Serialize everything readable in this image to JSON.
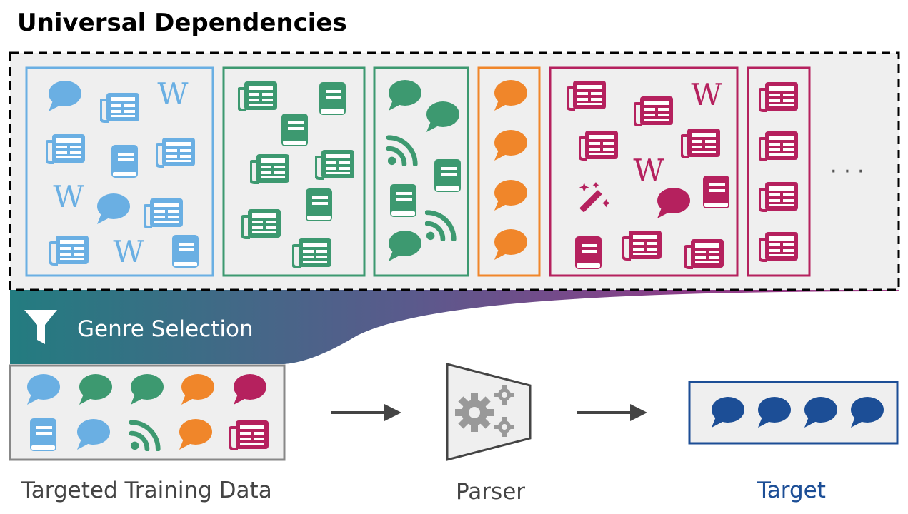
{
  "title": "Universal Dependencies",
  "filter": {
    "label": "Genre Selection",
    "icon": "filter-icon"
  },
  "labels": {
    "training": "Targeted Training Data",
    "parser": "Parser",
    "target": "Target"
  },
  "more_indicator": "· · ·",
  "wiki_glyph": "W",
  "colors": {
    "light_blue": "#6aafe3",
    "green": "#3d9970",
    "orange": "#f0862a",
    "magenta": "#b5215e",
    "dark_blue": "#1c4e96",
    "gray": "#888888",
    "panel_bg": "#efefef"
  },
  "treebanks": [
    {
      "genre_color": "light_blue",
      "icons": [
        "speech-bubble",
        "news",
        "wiki",
        "news",
        "book",
        "news",
        "wiki",
        "speech-bubble",
        "news",
        "news",
        "wiki",
        "book"
      ]
    },
    {
      "genre_color": "green",
      "icons": [
        "news",
        "book",
        "book",
        "news",
        "news",
        "news",
        "book",
        "news"
      ]
    },
    {
      "genre_color": "green",
      "icons": [
        "speech-bubble",
        "speech-bubble",
        "rss",
        "book",
        "book",
        "rss",
        "speech-bubble"
      ]
    },
    {
      "genre_color": "orange",
      "icons": [
        "speech-bubble",
        "speech-bubble",
        "speech-bubble",
        "speech-bubble"
      ]
    },
    {
      "genre_color": "magenta",
      "icons": [
        "news",
        "wiki",
        "news",
        "news",
        "news",
        "wiki",
        "magic-wand",
        "speech-bubble",
        "book",
        "news",
        "book",
        "news"
      ]
    },
    {
      "genre_color": "magenta",
      "icons": [
        "news",
        "news",
        "news",
        "news"
      ]
    }
  ],
  "training_icons": [
    [
      "speech-bubble",
      "light_blue"
    ],
    [
      "speech-bubble",
      "green"
    ],
    [
      "speech-bubble",
      "green"
    ],
    [
      "speech-bubble",
      "orange"
    ],
    [
      "speech-bubble",
      "magenta"
    ],
    [
      "book",
      "light_blue"
    ],
    [
      "speech-bubble",
      "light_blue"
    ],
    [
      "rss",
      "green"
    ],
    [
      "speech-bubble",
      "orange"
    ],
    [
      "news",
      "magenta"
    ]
  ],
  "target_icons": [
    "speech-bubble",
    "speech-bubble",
    "speech-bubble",
    "speech-bubble"
  ]
}
